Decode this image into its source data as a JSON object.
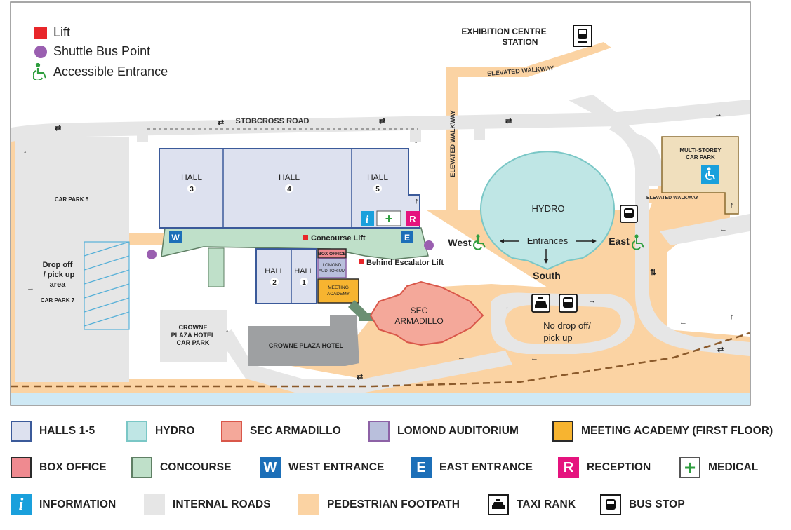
{
  "map_legend": {
    "lift": "Lift",
    "shuttle": "Shuttle Bus Point",
    "accessible": "Accessible Entrance"
  },
  "labels": {
    "exhibition_station": [
      "EXHIBITION CENTRE",
      "STATION"
    ],
    "elevated_walkway": "ELEVATED WALKWAY",
    "stobcross_road": "STOBCROSS ROAD",
    "multi_storey": [
      "MULTI-STOREY",
      "CAR PARK"
    ],
    "car_park_5": "CAR PARK 5",
    "drop_off": [
      "Drop off",
      "/ pick up",
      "area"
    ],
    "car_park_7": "CAR PARK 7",
    "hall": "HALL",
    "hall3_num": "3",
    "hall4_num": "4",
    "hall5_num": "5",
    "hall2_num": "2",
    "hall1_num": "1",
    "hydro": "HYDRO",
    "concourse_lift": "Concourse Lift",
    "behind_escalator_lift": "Behind Escalator Lift",
    "box_office": "BOX OFFICE",
    "lomond_auditorium": [
      "LOMOND",
      "AUDITORIUM"
    ],
    "meeting_academy": [
      "MEETING",
      "ACADEMY"
    ],
    "sec_armadillo": [
      "SEC",
      "ARMADILLO"
    ],
    "crowne_plaza_car_park": [
      "CROWNE",
      "PLAZA HOTEL",
      "CAR PARK"
    ],
    "crowne_plaza_hotel": "CROWNE PLAZA HOTEL",
    "west": "West",
    "east": "East",
    "entrances": "Entrances",
    "south": "South",
    "no_drop_off": [
      "No drop off/",
      "pick up"
    ]
  },
  "key_items": [
    {
      "label": "HALLS 1-5",
      "fill": "#dde1ef",
      "border": "#3b5a9a",
      "symbol": ""
    },
    {
      "label": "HYDRO",
      "fill": "#bfe6e5",
      "border": "#7ac7c6",
      "symbol": ""
    },
    {
      "label": "SEC ARMADILLO",
      "fill": "#f4a89a",
      "border": "#d9574a",
      "symbol": ""
    },
    {
      "label": "LOMOND AUDITORIUM",
      "fill": "#b9bfdc",
      "border": "#8d62a6",
      "symbol": ""
    },
    {
      "label": "MEETING ACADEMY (FIRST FLOOR)",
      "fill": "#f7b430",
      "border": "#2a2a2a",
      "symbol": ""
    },
    {
      "label": "BOX OFFICE",
      "fill": "#ef8a90",
      "border": "#2a2a2a",
      "symbol": ""
    },
    {
      "label": "CONCOURSE",
      "fill": "#bfe0c9",
      "border": "#5f7f64",
      "symbol": ""
    },
    {
      "label": "WEST ENTRANCE",
      "fill": "#1c6fb8",
      "border": "#1c6fb8",
      "symbol": "W"
    },
    {
      "label": "EAST ENTRANCE",
      "fill": "#1c6fb8",
      "border": "#1c6fb8",
      "symbol": "E"
    },
    {
      "label": "RECEPTION",
      "fill": "#e5137e",
      "border": "#e5137e",
      "symbol": "R"
    },
    {
      "label": "MEDICAL",
      "fill": "#ffffff",
      "border": "#555555",
      "symbol": "+"
    },
    {
      "label": "INFORMATION",
      "fill": "#1aa0dc",
      "border": "#1aa0dc",
      "symbol": "i"
    },
    {
      "label": "INTERNAL ROADS",
      "fill": "#e6e6e6",
      "border": "#e6e6e6",
      "symbol": ""
    },
    {
      "label": "PEDESTRIAN FOOTPATH",
      "fill": "#fbd3a3",
      "border": "#fbd3a3",
      "symbol": ""
    },
    {
      "label": "TAXI RANK",
      "fill": "#ffffff",
      "border": "#1a1a1a",
      "symbol": "taxi"
    },
    {
      "label": "BUS STOP",
      "fill": "#ffffff",
      "border": "#1a1a1a",
      "symbol": "bus"
    }
  ],
  "colors": {
    "halls": "#dde1ef",
    "hall_border": "#3b5a9a",
    "hydro": "#bfe6e5",
    "armadillo": "#f4a89a",
    "concourse": "#bfe0c9",
    "footpath": "#fbd3a3",
    "road": "#e6e6e6",
    "shuttle": "#9a5fb0",
    "lift": "#e8262a",
    "accessible": "#2f9e3f",
    "water": "#cfe9f5"
  }
}
